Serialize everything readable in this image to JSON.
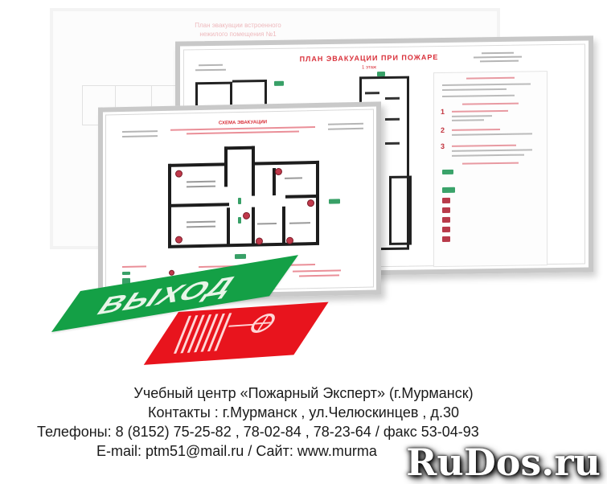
{
  "boards": {
    "back": {
      "title_line1": "План эвакуации встроенного",
      "title_line2": "нежилого помещения №1"
    },
    "middle": {
      "title": "ПЛАН ЭВАКУАЦИИ ПРИ ПОЖАРЕ",
      "subtitle": "1 этаж",
      "instructions": [
        "1",
        "2",
        "3"
      ]
    },
    "front": {
      "title": "СХЕМА ЭВАКУАЦИИ"
    }
  },
  "signs": {
    "exit_label": "ВЫХОД",
    "exit_color": "#14a046",
    "hydrant_color": "#e8141d"
  },
  "contact": {
    "line1": "Учебный центр «Пожарный Эксперт» (г.Мурманск)",
    "line2": "Контакты : г.Мурманск , ул.Челюскинцев , д.30",
    "line3": "Телефоны: 8 (8152) 75-25-82 , 78-02-84 , 78-23-64 / факс 53-04-93",
    "line4": "E-mail: ptm51@mail.ru / Сайт: www.murma"
  },
  "watermark": {
    "text": "RuDos.ru"
  }
}
